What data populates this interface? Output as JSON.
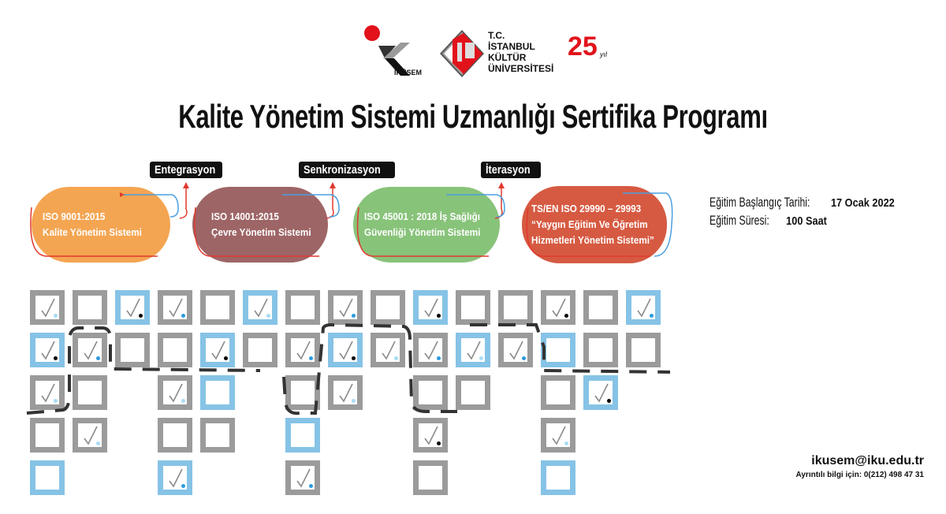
{
  "logos": {
    "ikusem": "İKÜSEM",
    "university": [
      "T.C.",
      "İSTANBUL",
      "KÜLTÜR",
      "ÜNİVERSİTESİ"
    ],
    "anniversary": "25",
    "anniversary_suffix": "yıl"
  },
  "title": "Kalite Yönetim Sistemi Uzmanlığı Sertifika Programı",
  "process_tags": [
    "Entegrasyon",
    "Senkronizasyon",
    "İterasyon"
  ],
  "standards": [
    {
      "lines": [
        "ISO 9001:2015",
        "Kalite Yönetim Sistemi"
      ],
      "color": "#f4a552"
    },
    {
      "lines": [
        "ISO 14001:2015",
        "Çevre Yönetim Sistemi"
      ],
      "color": "#9e6566"
    },
    {
      "lines": [
        "ISO 45001 : 2018 İş Sağlığı",
        "Güvenliği Yönetim Sistemi"
      ],
      "color": "#88c37a"
    },
    {
      "lines": [
        "TS/EN ISO 29990 – 29993",
        "“Yaygın Eğitim Ve Öğretim",
        "Hizmetleri Yönetim Sistemi”"
      ],
      "color": "#d65a42"
    }
  ],
  "info": {
    "start_label": "Eğitim Başlangıç Tarihi:",
    "start_value": "17 Ocak 2022",
    "duration_label": "Eğitim Süresi:",
    "duration_value": "100 Saat"
  },
  "contact": {
    "email": "ikusem@iku.edu.tr",
    "phone": "Ayrıntılı bilgi için: 0(212) 498 47 31"
  },
  "colors": {
    "gray": "#9b9b9b",
    "blue": "#86c3e6",
    "dot_light": "#a8dcf5",
    "dot_blue": "#2a9be0",
    "dot_black": "#000000"
  },
  "checkbox_grid": [
    [
      {
        "f": "gray",
        "c": true,
        "d": "light"
      },
      {
        "f": "gray"
      },
      {
        "f": "blue",
        "c": true,
        "d": "black"
      },
      {
        "f": "gray",
        "c": true,
        "d": "blue"
      },
      {
        "f": "gray"
      },
      {
        "f": "blue",
        "c": true,
        "d": "light"
      },
      {
        "f": "gray"
      },
      {
        "f": "gray",
        "c": true,
        "d": "blue"
      },
      {
        "f": "gray"
      },
      {
        "f": "blue",
        "c": true,
        "d": "black"
      },
      {
        "f": "gray"
      },
      {
        "f": "gray"
      },
      {
        "f": "gray",
        "c": true,
        "d": "black"
      },
      {
        "f": "gray"
      },
      {
        "f": "blue",
        "c": true,
        "d": "blue"
      }
    ],
    [
      {
        "f": "blue",
        "c": true,
        "d": "black"
      },
      {
        "f": "gray",
        "c": true,
        "d": "blue"
      },
      {
        "f": "gray"
      },
      {
        "f": "gray"
      },
      {
        "f": "blue",
        "c": true,
        "d": "black"
      },
      {
        "f": "gray"
      },
      {
        "f": "gray",
        "c": true,
        "d": "blue"
      },
      {
        "f": "blue",
        "c": true,
        "d": "black"
      },
      {
        "f": "gray",
        "c": true,
        "d": "light"
      },
      {
        "f": "gray",
        "c": true,
        "d": "blue"
      },
      {
        "f": "blue",
        "c": true,
        "d": "light"
      },
      {
        "f": "gray",
        "c": true,
        "d": "blue"
      },
      {
        "f": "blue"
      },
      {
        "f": "gray"
      },
      {
        "f": "gray"
      }
    ],
    [
      {
        "f": "gray",
        "c": true,
        "d": "light"
      },
      {
        "f": "gray"
      },
      null,
      {
        "f": "gray",
        "c": true,
        "d": "light"
      },
      {
        "f": "blue"
      },
      null,
      {
        "f": "gray"
      },
      {
        "f": "gray",
        "c": true,
        "d": "light"
      },
      null,
      {
        "f": "gray"
      },
      {
        "f": "gray"
      },
      null,
      {
        "f": "gray"
      },
      {
        "f": "blue",
        "c": true,
        "d": "black"
      },
      null
    ],
    [
      {
        "f": "gray"
      },
      {
        "f": "gray",
        "c": true,
        "d": "light"
      },
      null,
      {
        "f": "gray"
      },
      {
        "f": "gray"
      },
      null,
      {
        "f": "blue"
      },
      null,
      null,
      {
        "f": "gray",
        "c": true,
        "d": "black"
      },
      null,
      null,
      {
        "f": "gray",
        "c": true,
        "d": "light"
      },
      null,
      null
    ],
    [
      {
        "f": "blue"
      },
      null,
      null,
      {
        "f": "blue",
        "c": true,
        "d": "blue"
      },
      null,
      null,
      {
        "f": "gray",
        "c": true,
        "d": "blue"
      },
      null,
      null,
      {
        "f": "gray"
      },
      null,
      null,
      {
        "f": "blue"
      },
      null,
      null
    ]
  ]
}
